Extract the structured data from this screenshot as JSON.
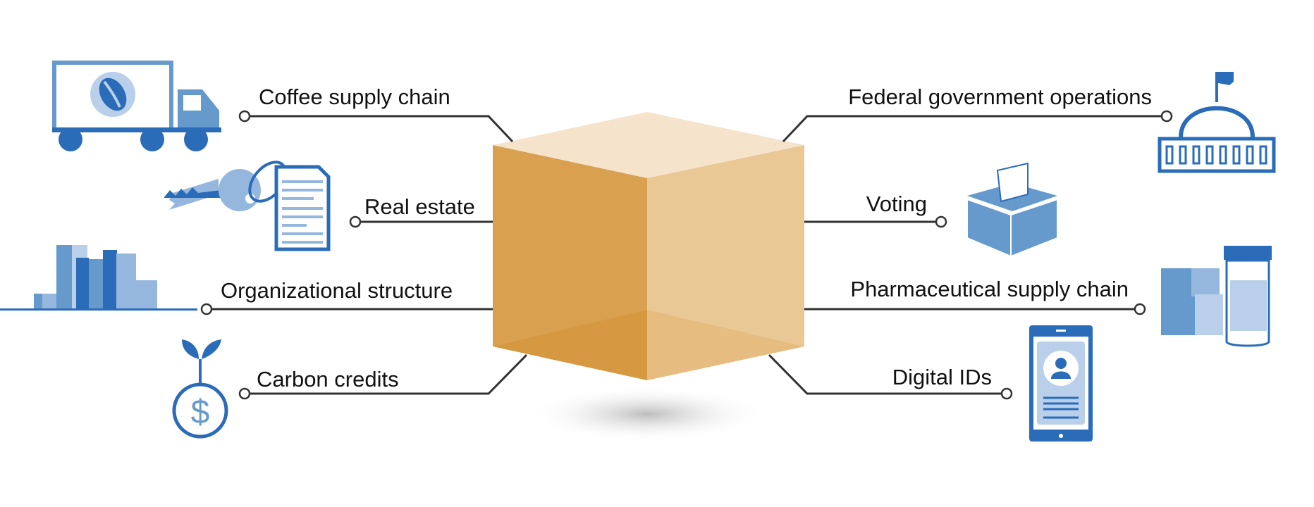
{
  "diagram": {
    "center": "blockchain-cube",
    "left_items": [
      {
        "label": "Coffee supply chain",
        "icon": "truck-coffee-icon"
      },
      {
        "label": "Real estate",
        "icon": "key-document-icon"
      },
      {
        "label": "Organizational structure",
        "icon": "buildings-icon"
      },
      {
        "label": "Carbon credits",
        "icon": "plant-dollar-icon"
      }
    ],
    "right_items": [
      {
        "label": "Federal government operations",
        "icon": "capitol-icon"
      },
      {
        "label": "Voting",
        "icon": "ballot-box-icon"
      },
      {
        "label": "Pharmaceutical supply chain",
        "icon": "medicine-package-icon"
      },
      {
        "label": "Digital IDs",
        "icon": "phone-id-icon"
      }
    ],
    "icon_text": {
      "dollar": "$"
    },
    "colors": {
      "dark_blue": "#2a6cb8",
      "mid_blue": "#6699cc",
      "light_blue": "#b9cfea",
      "cube_left": "#d9a04f",
      "cube_right": "#e9c896",
      "cube_top": "#f5e4cb"
    }
  }
}
